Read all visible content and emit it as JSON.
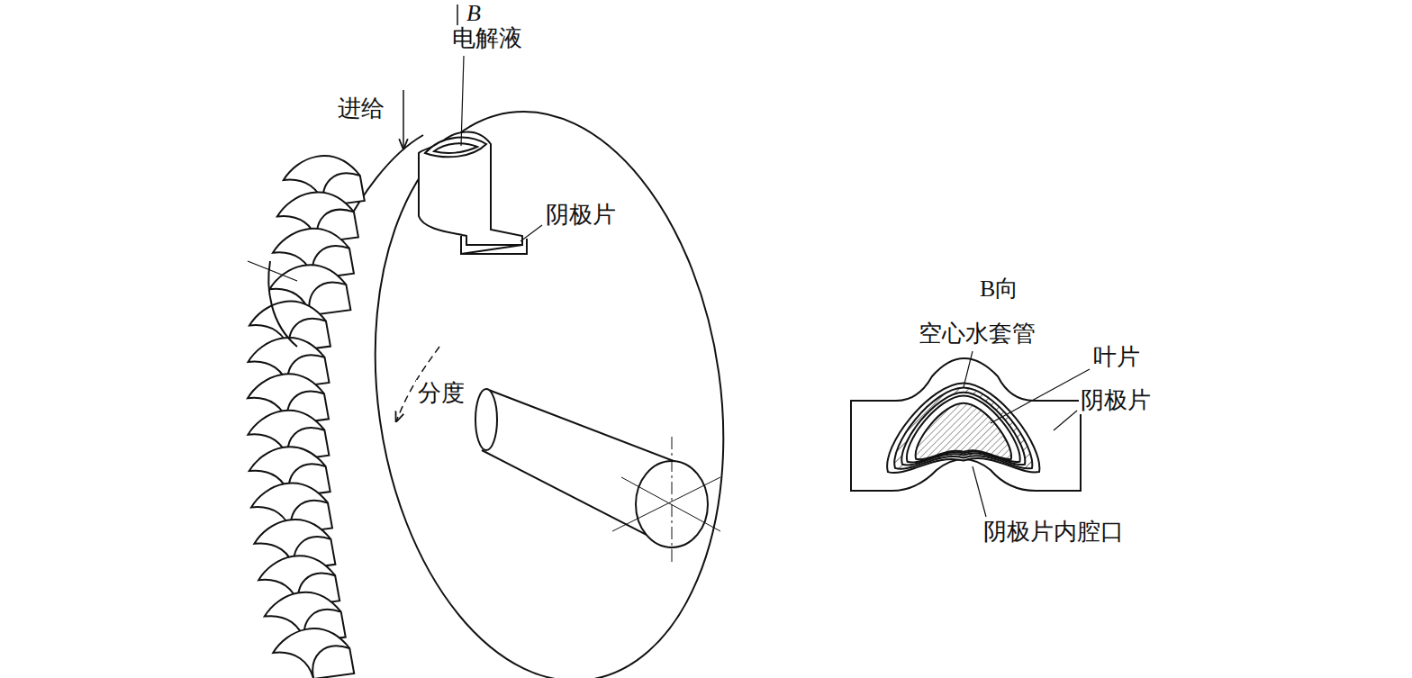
{
  "diagram": {
    "labels": [
      "B",
      "电解液",
      "进给",
      "阴极片",
      "分度",
      "B向",
      "空心水套管",
      "叶片",
      "阴极片",
      "阴极片内腔口"
    ]
  }
}
